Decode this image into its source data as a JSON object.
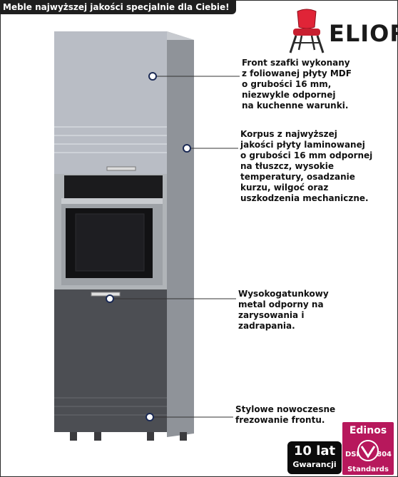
{
  "banner": {
    "text": "Meble najwyższej jakości specjalnie dla Ciebie!"
  },
  "brand": {
    "name": "ELIOR",
    "icon": "chair-icon",
    "accent": "#e02437"
  },
  "callouts": [
    {
      "text": "Front szafki wykonany\nz foliowanej płyty MDF\no grubości 16 mm,\nniezwykle odpornej\nna kuchenne warunki."
    },
    {
      "text": "Korpus z najwyższej\njakości płyty laminowanej\no grubości 16 mm odpornej\nna tłuszcz, wysokie\ntemperatury, osadzanie\nkurzu, wilgoć oraz\nuszkodzenia mechaniczne."
    },
    {
      "text": "Wysokogatunkowy\nmetal odporny na\nzarysowania i\nzadrapania."
    },
    {
      "text": "Stylowe nowoczesne\nfrezowanie frontu."
    }
  ],
  "warranty": {
    "line1": "10 lat",
    "line2": "Gwarancji"
  },
  "certificate": {
    "name": "Edinos",
    "left": "DSI",
    "number": "804",
    "bottom": "Standards",
    "color": "#b7185c"
  },
  "colors": {
    "front_top": "#b8bcc4",
    "front_bottom": "#4b4d52",
    "body": "#9a9ea5"
  }
}
